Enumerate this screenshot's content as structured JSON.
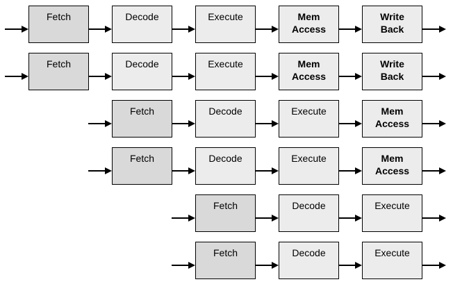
{
  "colors": {
    "fetch_fill": "#d9d9d9",
    "stage_fill": "#ececec",
    "stroke": "#000000",
    "text": "#000000"
  },
  "pipeline": {
    "instructions": [
      {
        "stages": [
          {
            "lines": [
              "Fetch"
            ],
            "bold": false
          },
          {
            "lines": [
              "Decode"
            ],
            "bold": false
          },
          {
            "lines": [
              "Execute"
            ],
            "bold": false
          },
          {
            "lines": [
              "Mem",
              "Access"
            ],
            "bold": true
          },
          {
            "lines": [
              "Write",
              "Back"
            ],
            "bold": true
          }
        ]
      },
      {
        "stages": [
          {
            "lines": [
              "Fetch"
            ],
            "bold": false
          },
          {
            "lines": [
              "Decode"
            ],
            "bold": false
          },
          {
            "lines": [
              "Execute"
            ],
            "bold": false
          },
          {
            "lines": [
              "Mem",
              "Access"
            ],
            "bold": true
          },
          {
            "lines": [
              "Write",
              "Back"
            ],
            "bold": true
          }
        ]
      },
      {
        "stages": [
          {
            "lines": [
              "Fetch"
            ],
            "bold": false
          },
          {
            "lines": [
              "Decode"
            ],
            "bold": false
          },
          {
            "lines": [
              "Execute"
            ],
            "bold": false
          },
          {
            "lines": [
              "Mem",
              "Access"
            ],
            "bold": true
          }
        ]
      },
      {
        "stages": [
          {
            "lines": [
              "Fetch"
            ],
            "bold": false
          },
          {
            "lines": [
              "Decode"
            ],
            "bold": false
          },
          {
            "lines": [
              "Execute"
            ],
            "bold": false
          },
          {
            "lines": [
              "Mem",
              "Access"
            ],
            "bold": true
          }
        ]
      },
      {
        "stages": [
          {
            "lines": [
              "Fetch"
            ],
            "bold": false
          },
          {
            "lines": [
              "Decode"
            ],
            "bold": false
          },
          {
            "lines": [
              "Execute"
            ],
            "bold": false
          }
        ]
      },
      {
        "stages": [
          {
            "lines": [
              "Fetch"
            ],
            "bold": false
          },
          {
            "lines": [
              "Decode"
            ],
            "bold": false
          },
          {
            "lines": [
              "Execute"
            ],
            "bold": false
          }
        ]
      }
    ]
  }
}
